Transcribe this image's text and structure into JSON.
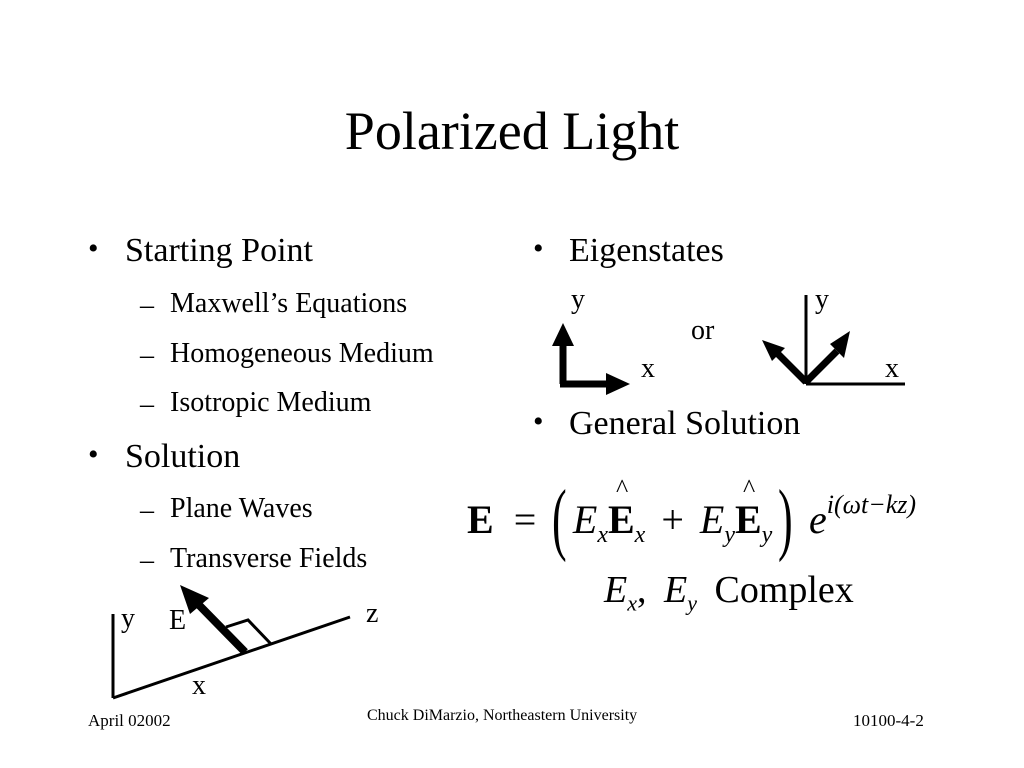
{
  "slide": {
    "title": "Polarized Light",
    "left": {
      "bullets": [
        {
          "text": "Starting Point",
          "subs": [
            "Maxwell’s Equations",
            "Homogeneous Medium",
            "Isotropic Medium"
          ]
        },
        {
          "text": "Solution",
          "subs": [
            "Plane Waves",
            "Transverse Fields"
          ]
        }
      ],
      "diagram": {
        "y": "y",
        "x": "x",
        "z": "z",
        "e": "E"
      }
    },
    "right": {
      "bullets": [
        "Eigenstates",
        "General Solution"
      ],
      "eigen": {
        "y1": "y",
        "x1": "x",
        "or": "or",
        "y2": "y",
        "x2": "x"
      },
      "equation": {
        "E": "E",
        "eq": "=",
        "Ex": "E",
        "sub_x": "x",
        "Ehat1": "E",
        "sub_x2": "x",
        "plus": "+",
        "Ey": "E",
        "sub_y": "y",
        "Ehat2": "E",
        "sub_y2": "y",
        "e": "e",
        "exponent": "i(ωt−kz)"
      },
      "complex": {
        "Ex": "E",
        "sub_x": "x",
        "comma": ",",
        "Ey": "E",
        "sub_y": "y",
        "word": "Complex"
      }
    },
    "footer": {
      "date": "April 02002",
      "author": "Chuck DiMarzio, Northeastern University",
      "page": "10100-4-2"
    }
  }
}
